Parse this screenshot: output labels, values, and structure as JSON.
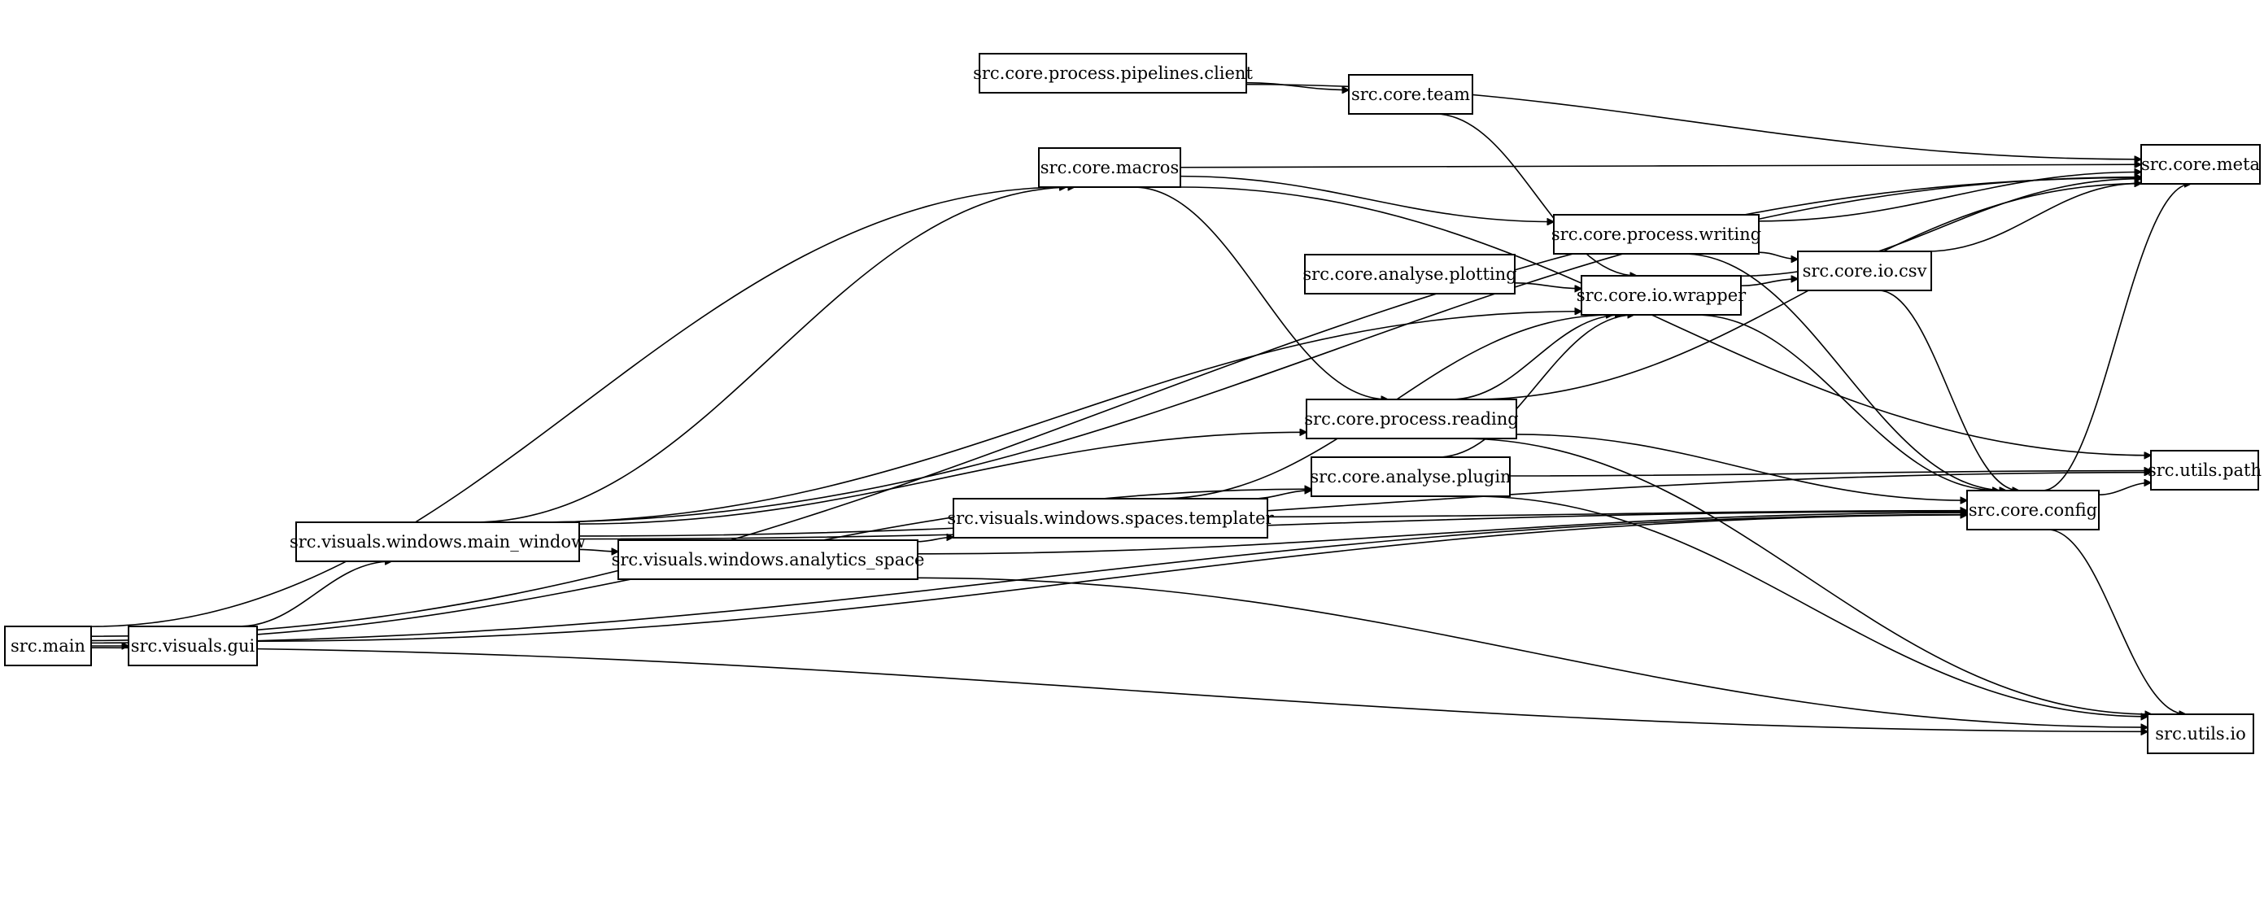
{
  "colors": {
    "background": "#ffffff",
    "stroke": "#000000",
    "text": "#000000"
  },
  "nodes": [
    {
      "id": "main",
      "label": "src.main"
    },
    {
      "id": "gui",
      "label": "src.visuals.gui"
    },
    {
      "id": "main_window",
      "label": "src.visuals.windows.main_window"
    },
    {
      "id": "analytics_space",
      "label": "src.visuals.windows.analytics_space"
    },
    {
      "id": "templater",
      "label": "src.visuals.windows.spaces.templater"
    },
    {
      "id": "pipelines_client",
      "label": "src.core.process.pipelines.client"
    },
    {
      "id": "team",
      "label": "src.core.team"
    },
    {
      "id": "macros",
      "label": "src.core.macros"
    },
    {
      "id": "plotting",
      "label": "src.core.analyse.plotting"
    },
    {
      "id": "reading",
      "label": "src.core.process.reading"
    },
    {
      "id": "plugin",
      "label": "src.core.analyse.plugin"
    },
    {
      "id": "writing",
      "label": "src.core.process.writing"
    },
    {
      "id": "wrapper",
      "label": "src.core.io.wrapper"
    },
    {
      "id": "csv",
      "label": "src.core.io.csv"
    },
    {
      "id": "meta",
      "label": "src.core.meta"
    },
    {
      "id": "config",
      "label": "src.core.config"
    },
    {
      "id": "path",
      "label": "src.utils.path"
    },
    {
      "id": "io",
      "label": "src.utils.io"
    }
  ],
  "edges": [
    [
      "main",
      "gui"
    ],
    [
      "main",
      "macros"
    ],
    [
      "main",
      "meta"
    ],
    [
      "main",
      "plugin"
    ],
    [
      "main",
      "config"
    ],
    [
      "main",
      "io"
    ],
    [
      "gui",
      "main_window"
    ],
    [
      "gui",
      "config"
    ],
    [
      "main_window",
      "analytics_space"
    ],
    [
      "main_window",
      "macros"
    ],
    [
      "main_window",
      "meta"
    ],
    [
      "main_window",
      "wrapper"
    ],
    [
      "main_window",
      "reading"
    ],
    [
      "main_window",
      "config"
    ],
    [
      "main_window",
      "path"
    ],
    [
      "analytics_space",
      "templater"
    ],
    [
      "analytics_space",
      "config"
    ],
    [
      "analytics_space",
      "io"
    ],
    [
      "templater",
      "plugin"
    ],
    [
      "templater",
      "config"
    ],
    [
      "templater",
      "wrapper"
    ],
    [
      "pipelines_client",
      "team"
    ],
    [
      "pipelines_client",
      "meta"
    ],
    [
      "team",
      "wrapper"
    ],
    [
      "macros",
      "meta"
    ],
    [
      "macros",
      "writing"
    ],
    [
      "macros",
      "reading"
    ],
    [
      "macros",
      "path"
    ],
    [
      "plotting",
      "wrapper"
    ],
    [
      "reading",
      "wrapper"
    ],
    [
      "reading",
      "meta"
    ],
    [
      "reading",
      "config"
    ],
    [
      "reading",
      "io"
    ],
    [
      "plugin",
      "wrapper"
    ],
    [
      "plugin",
      "path"
    ],
    [
      "plugin",
      "io"
    ],
    [
      "writing",
      "meta"
    ],
    [
      "writing",
      "csv"
    ],
    [
      "writing",
      "config"
    ],
    [
      "wrapper",
      "csv"
    ],
    [
      "wrapper",
      "meta"
    ],
    [
      "wrapper",
      "config"
    ],
    [
      "csv",
      "meta"
    ],
    [
      "csv",
      "config"
    ],
    [
      "config",
      "meta"
    ],
    [
      "config",
      "path"
    ],
    [
      "config",
      "io"
    ]
  ]
}
